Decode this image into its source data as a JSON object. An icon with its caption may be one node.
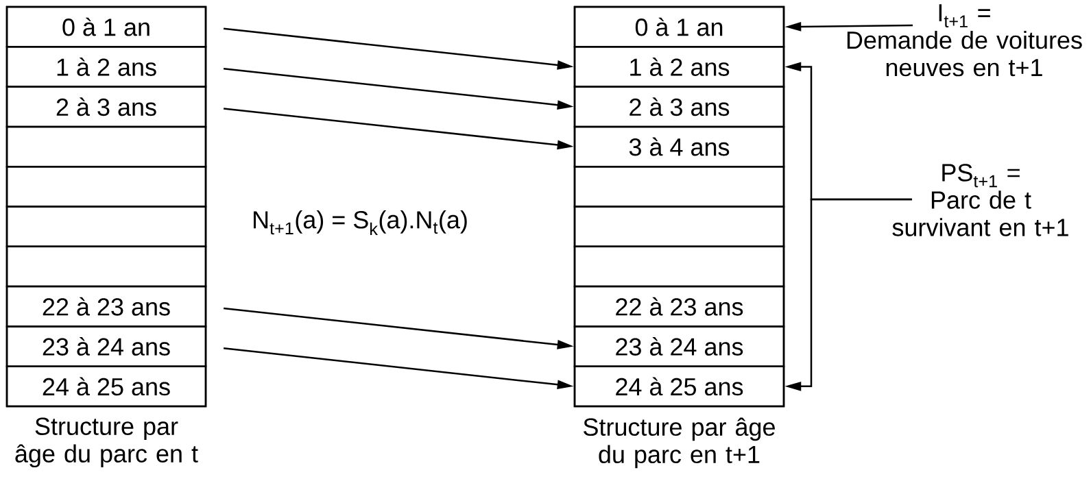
{
  "diagram": {
    "nodes": [
      {
        "text": [
          "Structure par âge du parc en t"
        ]
      },
      {
        "text": [
          "0 à 1 an"
        ],
        "in": 0
      },
      {
        "text": [
          "1 à 2 ans"
        ],
        "in": 0
      },
      {
        "text": [
          "2 à 3 ans"
        ],
        "in": 0
      },
      {
        "text": [],
        "shape": "box",
        "in": 0
      },
      {
        "text": [],
        "shape": "box",
        "in": 0
      },
      {
        "text": [],
        "shape": "box",
        "in": 0
      },
      {
        "text": [],
        "shape": "box",
        "in": 0
      },
      {
        "text": [
          "22 à 23 ans"
        ],
        "in": 0
      },
      {
        "text": [
          "23 à 24 ans"
        ],
        "in": 0
      },
      {
        "text": [
          "24 à 25 ans"
        ],
        "in": 0
      },
      {
        "text": [
          "Structure par âge du parc en t+1"
        ]
      },
      {
        "text": [
          "0 à 1 an"
        ],
        "in": 11
      },
      {
        "text": [
          "1 à 2 ans"
        ],
        "in": 11
      },
      {
        "text": [
          "2 à 3 ans"
        ],
        "in": 11
      },
      {
        "text": [
          "3 à 4 ans"
        ],
        "in": 11
      },
      {
        "text": [],
        "shape": "box",
        "in": 11
      },
      {
        "text": [],
        "shape": "box",
        "in": 11
      },
      {
        "text": [],
        "shape": "box",
        "in": 11
      },
      {
        "text": [
          "22 à 23 ans"
        ],
        "in": 11
      },
      {
        "text": [
          "23 à 24 ans"
        ],
        "in": 11
      },
      {
        "text": [
          "24 à 25 ans"
        ],
        "in": 11
      },
      {
        "text": [
          "I$_{t+1}$ =",
          "Demande de voitures neuves en t+1"
        ]
      },
      {
        "text": [
          "PS$_{t+1}$ =",
          "Parc de t survivant en t+1"
        ]
      }
    ],
    "edges": [
      {
        "from": 1,
        "to": 13,
        "arrow": "to"
      },
      {
        "from": 2,
        "to": 14,
        "arrow": "to"
      },
      {
        "from": 3,
        "to": 15,
        "arrow": "to"
      },
      {
        "from": 8,
        "to": 20,
        "arrow": "to"
      },
      {
        "from": 9,
        "to": 21,
        "arrow": "to"
      },
      {
        "from": 22,
        "to": 12,
        "arrow": "to"
      },
      {
        "from": 23,
        "to": 13,
        "arrow": "to"
      },
      {
        "from": 23,
        "to": 21,
        "arrow": "to"
      }
    ],
    "labels": [
      "N$_{t+1}$(a) = S$_{k}$(a).N$_{t}$(a)"
    ]
  }
}
